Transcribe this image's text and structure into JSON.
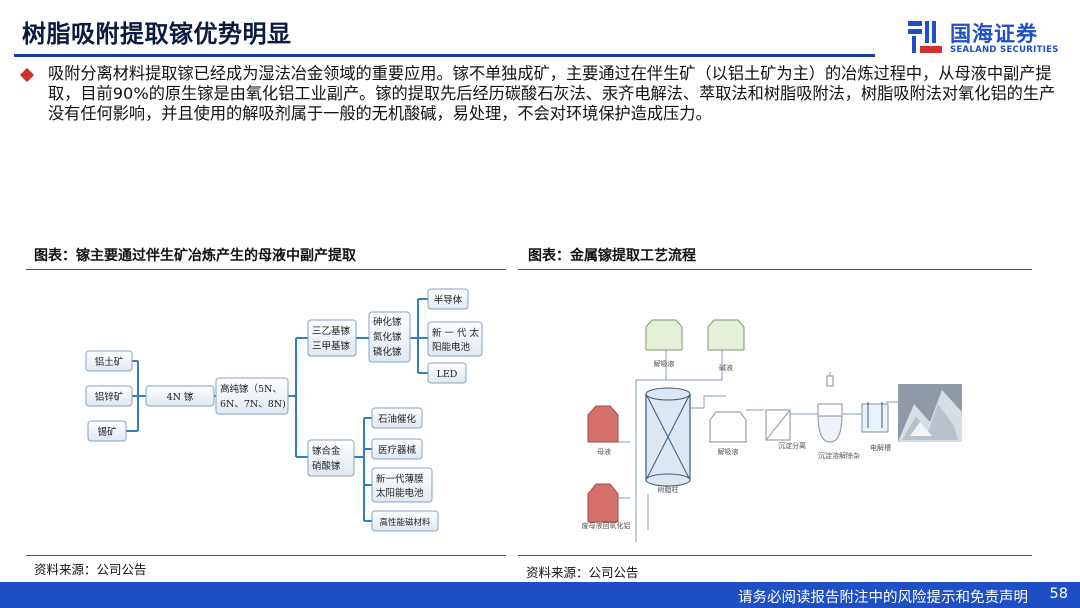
{
  "header": {
    "title": "树脂吸附提取镓优势明显",
    "logo_cn": "国海证券",
    "logo_en": "SEALAND SECURITIES",
    "brand_color": "#1f4fc5"
  },
  "bullet_text": "吸附分离材料提取镓已经成为湿法冶金领域的重要应用。镓不单独成矿，主要通过在伴生矿（以铝土矿为主）的冶炼过程中，从母液中副产提取，目前90%的原生镓是由氧化铝工业副产。镓的提取先后经历碳酸石灰法、汞齐电解法、萃取法和树脂吸附法，树脂吸附法对氧化铝的生产没有任何影响，并且使用的解吸剂属于一般的无机酸碱，易处理，不会对环境保护造成压力。",
  "left_figure": {
    "caption": "图表：镓主要通过伴生矿冶炼产生的母液中副产提取",
    "source": "资料来源：公司公告",
    "nodes": {
      "ore1": "铝土矿",
      "ore2": "铝锌矿",
      "ore3": "锡矿",
      "ga4n": "4N 镓",
      "hp_line1": "高纯镓（5N、",
      "hp_line2": "6N、7N、8N)",
      "org_line1": "三乙基镓",
      "org_line2": "三甲基镓",
      "cmp_line1": "砷化镓",
      "cmp_line2": "氮化镓",
      "cmp_line3": "磷化镓",
      "semi": "半导体",
      "solar_line1": "新 一 代 太",
      "solar_line2": "阳能电池",
      "led": "LED",
      "alloy_line1": "镓合金",
      "alloy_line2": "硝酸镓",
      "petro": "石油催化",
      "medical": "医疗器械",
      "film_line1": "新一代薄膜",
      "film_line2": "太阳能电池",
      "magnet": "高性能磁材料"
    }
  },
  "right_figure": {
    "caption": "图表：金属镓提取工艺流程",
    "source": "资料来源：公司公告",
    "labels": {
      "desorbent": "解吸液",
      "eluent": "碱液",
      "mother_liquor": "母液",
      "desorbed_liquor": "解吸液",
      "precip_sep": "沉淀分离",
      "precip_dissolve": "沉淀溶解除杂",
      "electrolyzer": "电解槽",
      "resin_column": "树脂柱",
      "waste_return": "废母液回氧化铝"
    }
  },
  "footer": {
    "disclaimer": "请务必阅读报告附注中的风险提示和免责声明",
    "page": "58"
  }
}
